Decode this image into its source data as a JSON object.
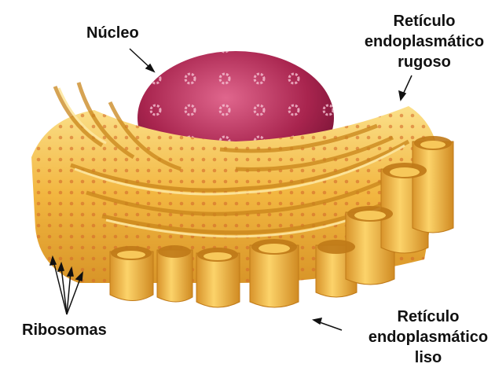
{
  "labels": {
    "nucleus": "Núcleo",
    "rough_er": [
      "Retículo",
      "endoplasmático",
      "rugoso"
    ],
    "ribosomes": "Ribosomas",
    "smooth_er": [
      "Retículo",
      "endoplasmático",
      "liso"
    ]
  },
  "colors": {
    "er_fill": "#f2b640",
    "er_dark": "#c9851a",
    "er_light": "#fbe08a",
    "nucleus": "#a8244e",
    "nucleus_light": "#d9557e",
    "ribosome": "#d36a2a",
    "text": "#111111"
  }
}
